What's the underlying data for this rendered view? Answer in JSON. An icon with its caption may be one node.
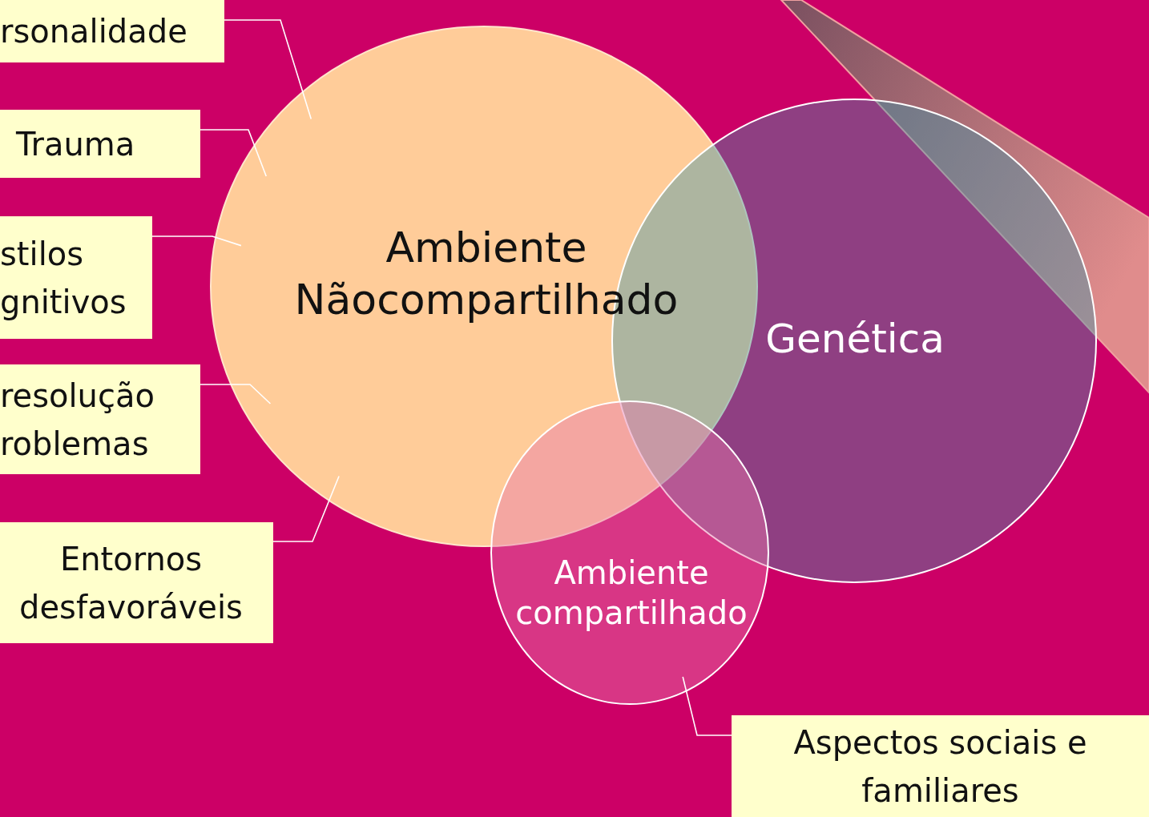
{
  "diagram": {
    "nodes": [
      {
        "text": [
          "Ambiente Nãocompartilhado"
        ]
      },
      {
        "text": [
          "Genética"
        ]
      },
      {
        "text": [
          "Ambiente compartilhado"
        ]
      },
      {
        "text": [
          "rsonalidade"
        ]
      },
      {
        "text": [
          "Trauma"
        ]
      },
      {
        "text": [
          "stilos gnitivos"
        ]
      },
      {
        "text": [
          "resolução roblemas"
        ]
      },
      {
        "text": [
          "Entornos desfavoráveis"
        ]
      },
      {
        "text": [
          "Aspectos sociais e familiares"
        ]
      }
    ],
    "edges": [
      {
        "from": 3,
        "to": 0,
        "arrow": "none"
      },
      {
        "from": 4,
        "to": 0,
        "arrow": "none"
      },
      {
        "from": 5,
        "to": 0,
        "arrow": "none"
      },
      {
        "from": 6,
        "to": 0,
        "arrow": "none"
      },
      {
        "from": 7,
        "to": 0,
        "arrow": "none"
      },
      {
        "from": 8,
        "to": 2,
        "arrow": "none"
      }
    ]
  }
}
